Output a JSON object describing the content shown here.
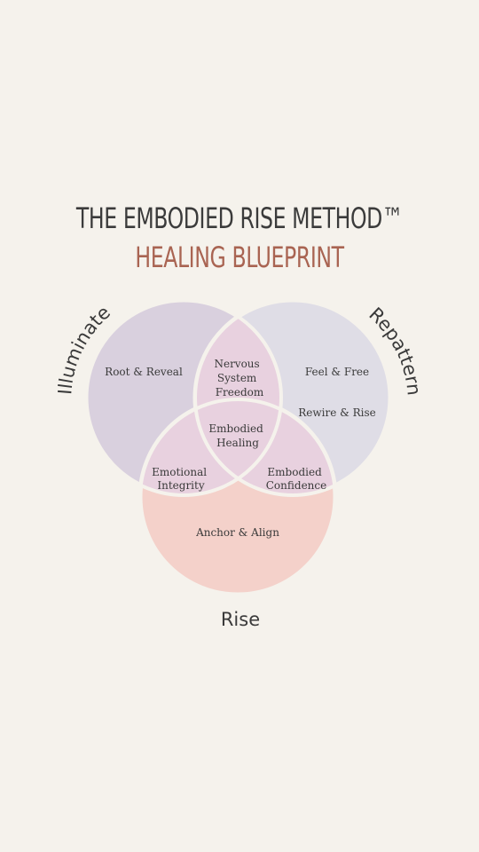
{
  "header": {
    "title": "THE EMBODIED RISE METHOD™",
    "subtitle": "HEALING BLUEPRINT"
  },
  "circles": {
    "left": "Illuminate",
    "right": "Repattern",
    "bottom": "Rise"
  },
  "regions": {
    "left_only": "Root & Reveal",
    "right_only_1": "Feel & Free",
    "right_only_2": "Rewire & Rise",
    "bottom_only": "Anchor & Align",
    "left_right": [
      "Nervous",
      "System",
      "Freedom"
    ],
    "center": [
      "Embodied",
      "Healing"
    ],
    "left_bottom": [
      "Emotional",
      "Integrity"
    ],
    "right_bottom": [
      "Embodied",
      "Confidence"
    ]
  },
  "colors": {
    "background": "#f5f2ec",
    "title": "#3b3b3b",
    "subtitle": "#a96452",
    "left_circle": "#d9d0de",
    "right_circle": "#dfdde6",
    "bottom_circle": "#f4d1ca",
    "overlap": "#e8d1df"
  }
}
